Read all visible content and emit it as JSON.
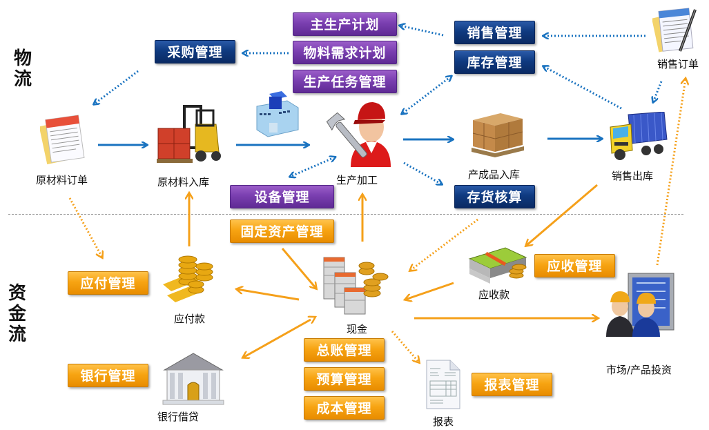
{
  "sections": {
    "logistics": "物流",
    "cashflow": "资金流"
  },
  "colors": {
    "navy_box": "#0f3a80",
    "purple_box": "#7a3fb0",
    "orange_box": "#f7a412",
    "blue_arrow": "#1a73c0",
    "orange_arrow": "#f5a01a"
  },
  "boxes": {
    "purchasing": "采购管理",
    "master_plan": "主生产计划",
    "mrp": "物料需求计划",
    "task_mgmt": "生产任务管理",
    "sales_mgmt": "销售管理",
    "inventory_mgmt": "库存管理",
    "equipment_mgmt": "设备管理",
    "inventory_accounting": "存货核算",
    "fixed_assets": "固定资产管理",
    "payable_mgmt": "应付管理",
    "receivable_mgmt": "应收管理",
    "bank_mgmt": "银行管理",
    "ledger_mgmt": "总账管理",
    "budget_mgmt": "预算管理",
    "cost_mgmt": "成本管理",
    "report_mgmt": "报表管理"
  },
  "nodes": {
    "raw_order": "原材料订单",
    "raw_inbound": "原材料入库",
    "production": "生产加工",
    "finished_inbound": "产成品入库",
    "sales_outbound": "销售出库",
    "sales_order": "销售订单",
    "payable": "应付款",
    "cash": "现金",
    "receivable": "应收款",
    "bank_loan": "银行借贷",
    "report": "报表",
    "market_invest": "市场/产品投资"
  },
  "icons": {
    "raw_order": "readme-document-icon",
    "raw_inbound": "forklift-icon",
    "factory": "factory-building-icon",
    "production": "worker-wrench-icon",
    "finished_inbound": "cardboard-boxes-icon",
    "sales_outbound": "container-truck-icon",
    "sales_order": "txt-document-pen-icon",
    "payable": "coins-cards-icon",
    "cash": "cash-stack-icon",
    "receivable": "money-bundle-icon",
    "bank_loan": "bank-building-icon",
    "report": "invoice-icon",
    "market_invest": "engineers-board-icon"
  }
}
